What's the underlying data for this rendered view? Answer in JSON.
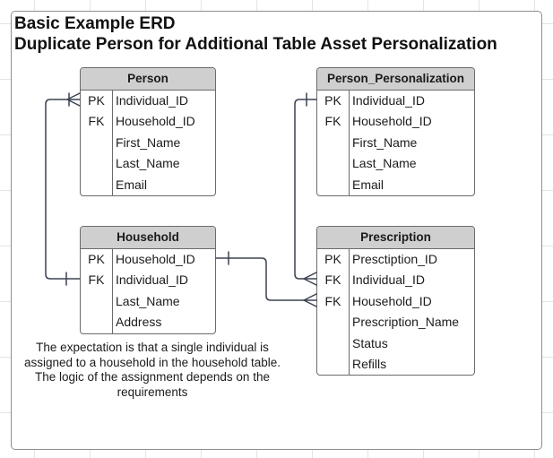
{
  "title": {
    "line1": "Basic Example ERD",
    "line2": "Duplicate Person for Additional Table Asset Personalization"
  },
  "entities": {
    "person": {
      "name": "Person",
      "rows": [
        {
          "key": "PK",
          "column": "Individual_ID"
        },
        {
          "key": "FK",
          "column": "Household_ID"
        },
        {
          "key": "",
          "column": "First_Name"
        },
        {
          "key": "",
          "column": "Last_Name"
        },
        {
          "key": "",
          "column": "Email"
        }
      ]
    },
    "person_personalization": {
      "name": "Person_Personalization",
      "rows": [
        {
          "key": "PK",
          "column": "Individual_ID"
        },
        {
          "key": "FK",
          "column": "Household_ID"
        },
        {
          "key": "",
          "column": "First_Name"
        },
        {
          "key": "",
          "column": "Last_Name"
        },
        {
          "key": "",
          "column": "Email"
        }
      ]
    },
    "household": {
      "name": "Household",
      "rows": [
        {
          "key": "PK",
          "column": "Household_ID"
        },
        {
          "key": "FK",
          "column": "Individual_ID"
        },
        {
          "key": "",
          "column": "Last_Name"
        },
        {
          "key": "",
          "column": "Address"
        }
      ]
    },
    "prescription": {
      "name": "Prescription",
      "rows": [
        {
          "key": "PK",
          "column": "Presctiption_ID"
        },
        {
          "key": "FK",
          "column": "Individual_ID"
        },
        {
          "key": "FK",
          "column": "Household_ID"
        },
        {
          "key": "",
          "column": "Prescription_Name"
        },
        {
          "key": "",
          "column": "Status"
        },
        {
          "key": "",
          "column": "Refills"
        }
      ]
    }
  },
  "note": "The expectation is that a single individual is assigned to a household in the household table.  The logic of the assignment depends on the requirements",
  "colors": {
    "header_fill": "#cfcfcf",
    "border": "#6b6b6b",
    "connector": "#3b4250"
  }
}
